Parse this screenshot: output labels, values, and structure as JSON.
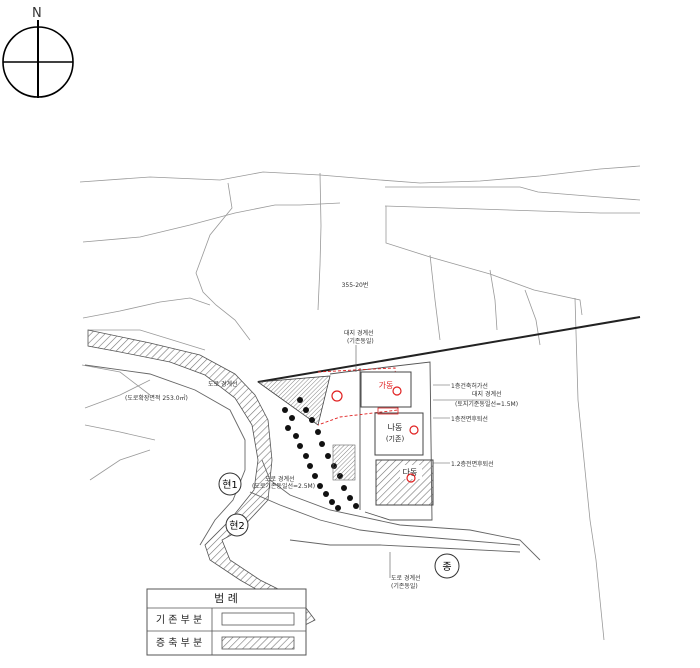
{
  "compass": {
    "north_label": "N"
  },
  "labels": {
    "lot_number": "355-20번",
    "road_sign_1": "현1",
    "road_sign_2": "현2",
    "road_sign_3": "종",
    "unit_nega": "나동",
    "unit_nega_sub": "(기존)",
    "unit_gaga": "가동",
    "unit_dadong": "다동",
    "building_line_1": "1층건축허가선",
    "building_line_2": "1층전면후퇴선",
    "building_line_3": "1.2층전면후퇴선",
    "note_top": "대지 경계선",
    "note_top_sub": "(기존동일)",
    "note_left": "도로 경계선",
    "note_left_sub": "(도로확장면적 253.0㎡)",
    "note_mid": "도로 경계선",
    "note_mid_sub": "(도로기존동일선=2.5M)",
    "note_bottom": "도로 경계선",
    "note_bottom_sub": "(기존동일)",
    "note_right": "대지 경계선",
    "note_right_sub": "(토지기준동일선=1.5M)"
  },
  "legend": {
    "title": "범     례",
    "rows": [
      {
        "label": "기 존 부 분"
      },
      {
        "label": "증 축 부 분"
      }
    ]
  }
}
